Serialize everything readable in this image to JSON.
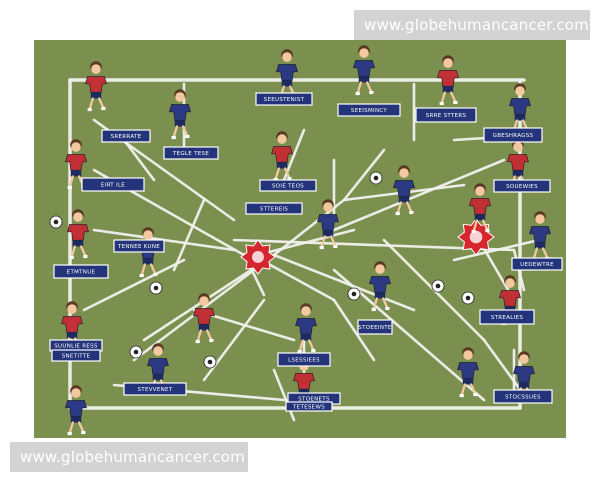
{
  "watermark": {
    "top_text": "www.globehumancancer.com",
    "bottom_text": "www.globehumancancer.com"
  },
  "colors": {
    "field": "#7b8f4f",
    "lines": "#f2f2ee",
    "label_bg": "#23347a",
    "team_a_shirt": "#2c3a83",
    "team_b_shirt": "#c23036",
    "hub": "#d6262d"
  },
  "labels": [
    "SEEUSTENIST",
    "SEEISMINCY",
    "SRRE STTERS",
    "TEGLE TESE",
    "GBESHRAGSS",
    "EIRT ILE",
    "SOIE TEOS",
    "STTEREIS",
    "SOUEWIES",
    "TENNEE KUNE",
    "ETMTNUE",
    "UEDEWTRE",
    "STREALIES",
    "SUUNLIE RESS",
    "SNETITTE",
    "LSESSIEES",
    "STOEEINTE",
    "STEVVENET",
    "STOENETS",
    "TETESEWS",
    "STOCSSUES",
    "SRERRATE"
  ]
}
